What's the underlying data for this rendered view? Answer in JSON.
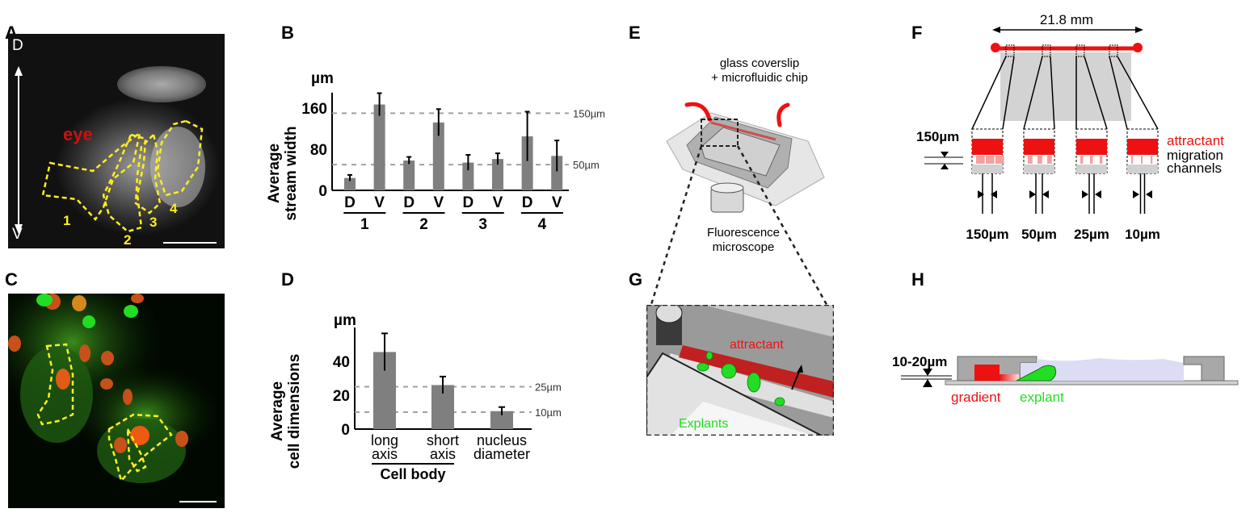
{
  "panels": {
    "A": {
      "label": "A",
      "axis_top": "D",
      "axis_bottom": "V",
      "eye_label": "eye",
      "region_labels": [
        "1",
        "2",
        "3",
        "4"
      ]
    },
    "B": {
      "label": "B"
    },
    "C": {
      "label": "C"
    },
    "D": {
      "label": "D"
    },
    "E": {
      "label": "E",
      "top_text_1": "glass coverslip",
      "top_text_2": "+ microfluidic chip",
      "bottom_text_1": "Fluorescence",
      "bottom_text_2": "microscope"
    },
    "F": {
      "label": "F",
      "width_label": "21.8 mm",
      "height_label": "150µm",
      "attractant": "attractant",
      "migration_1": "migration",
      "migration_2": "channels",
      "channel_widths": [
        "150µm",
        "50µm",
        "25µm",
        "10µm"
      ]
    },
    "G": {
      "label": "G",
      "attractant": "attractant",
      "explants": "Explants"
    },
    "H": {
      "label": "H",
      "height_label": "10-20µm",
      "gradient": "gradient",
      "explant": "explant"
    }
  },
  "colors": {
    "bar": "#7f7f7f",
    "dash": "#a0a0a0",
    "red": "#ee1111",
    "green": "#22dd22",
    "yellow": "#ffee22"
  },
  "chart_data": [
    {
      "type": "bar",
      "panel": "B",
      "unit_label": "µm",
      "ylabel": "Average stream width",
      "ylim": [
        0,
        200
      ],
      "yticks": [
        0,
        80,
        160
      ],
      "categories": [
        "D",
        "V",
        "D",
        "V",
        "D",
        "V",
        "D",
        "V"
      ],
      "groups": [
        "1",
        "2",
        "3",
        "4"
      ],
      "values": [
        24,
        167,
        58,
        132,
        54,
        61,
        105,
        67
      ],
      "errors": [
        6,
        22,
        7,
        26,
        15,
        11,
        48,
        30
      ],
      "reference_lines": [
        {
          "value": 150,
          "label": "150µm"
        },
        {
          "value": 50,
          "label": "50µm"
        }
      ]
    },
    {
      "type": "bar",
      "panel": "D",
      "unit_label": "µm",
      "ylabel": "Average cell dimensions",
      "ylim": [
        0,
        60
      ],
      "yticks": [
        0,
        20,
        40
      ],
      "categories": [
        "long axis",
        "short axis",
        "nucleus diameter"
      ],
      "category_lines": [
        [
          "long",
          "axis"
        ],
        [
          "short",
          "axis"
        ],
        [
          "nucleus",
          "diameter"
        ]
      ],
      "group_label": "Cell body",
      "values": [
        45.5,
        26,
        10.6
      ],
      "errors": [
        11,
        5,
        2.4
      ],
      "reference_lines": [
        {
          "value": 25,
          "label": "25µm"
        },
        {
          "value": 10,
          "label": "10µm"
        }
      ]
    }
  ]
}
